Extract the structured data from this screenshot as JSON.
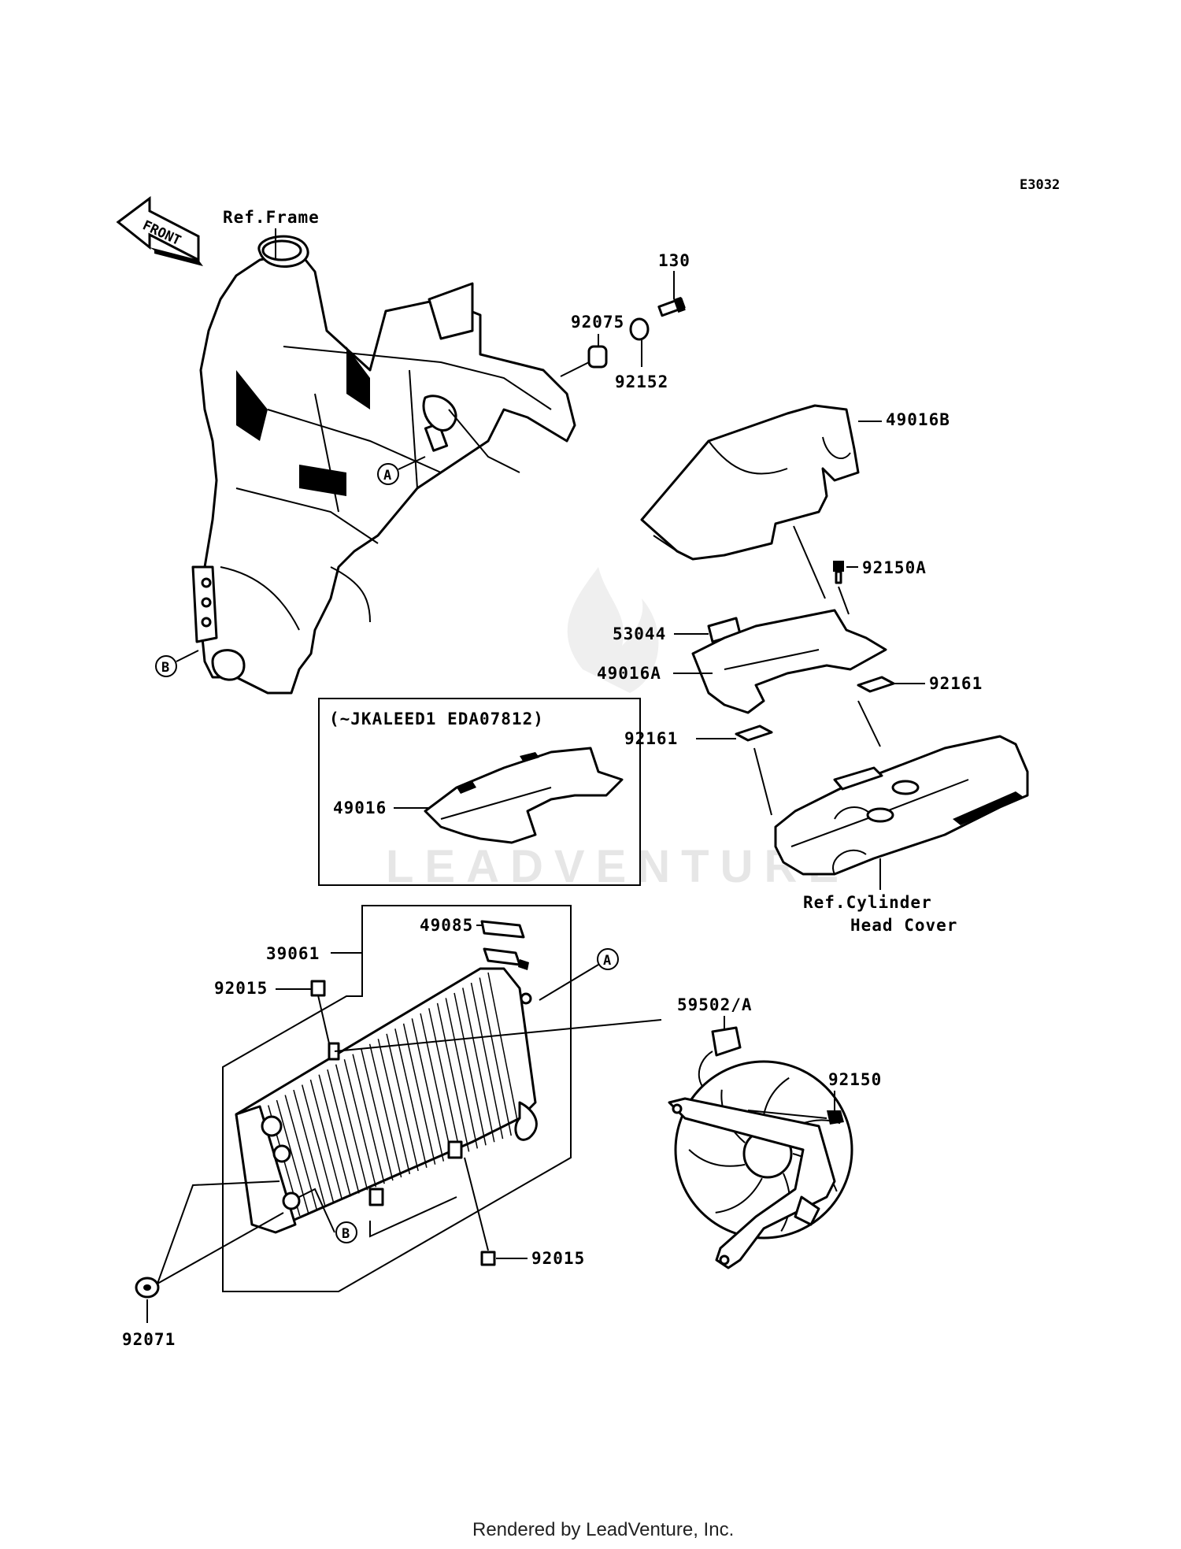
{
  "diagram_code": "E3032",
  "front_label": "FRONT",
  "watermark": "LEADVENTURE",
  "footer": "Rendered by LeadVenture, Inc.",
  "inset": {
    "label": "(~JKALEED1 EDA07812)",
    "part": "49016"
  },
  "callouts": {
    "ref_frame": "Ref.Frame",
    "p130": "130",
    "p92075": "92075",
    "p92152": "92152",
    "p49016B": "49016B",
    "p92150A": "92150A",
    "p53044": "53044",
    "p49016A": "49016A",
    "p92161_right": "92161",
    "p92161_left": "92161",
    "ref_cyl_1": "Ref.Cylinder",
    "ref_cyl_2": "Head Cover",
    "p49085": "49085",
    "p39061": "39061",
    "p92015_top": "92015",
    "p59502": "59502/A",
    "p92150": "92150",
    "p92015_bottom": "92015",
    "p92071": "92071"
  },
  "markers": {
    "a": "A",
    "b": "B"
  }
}
